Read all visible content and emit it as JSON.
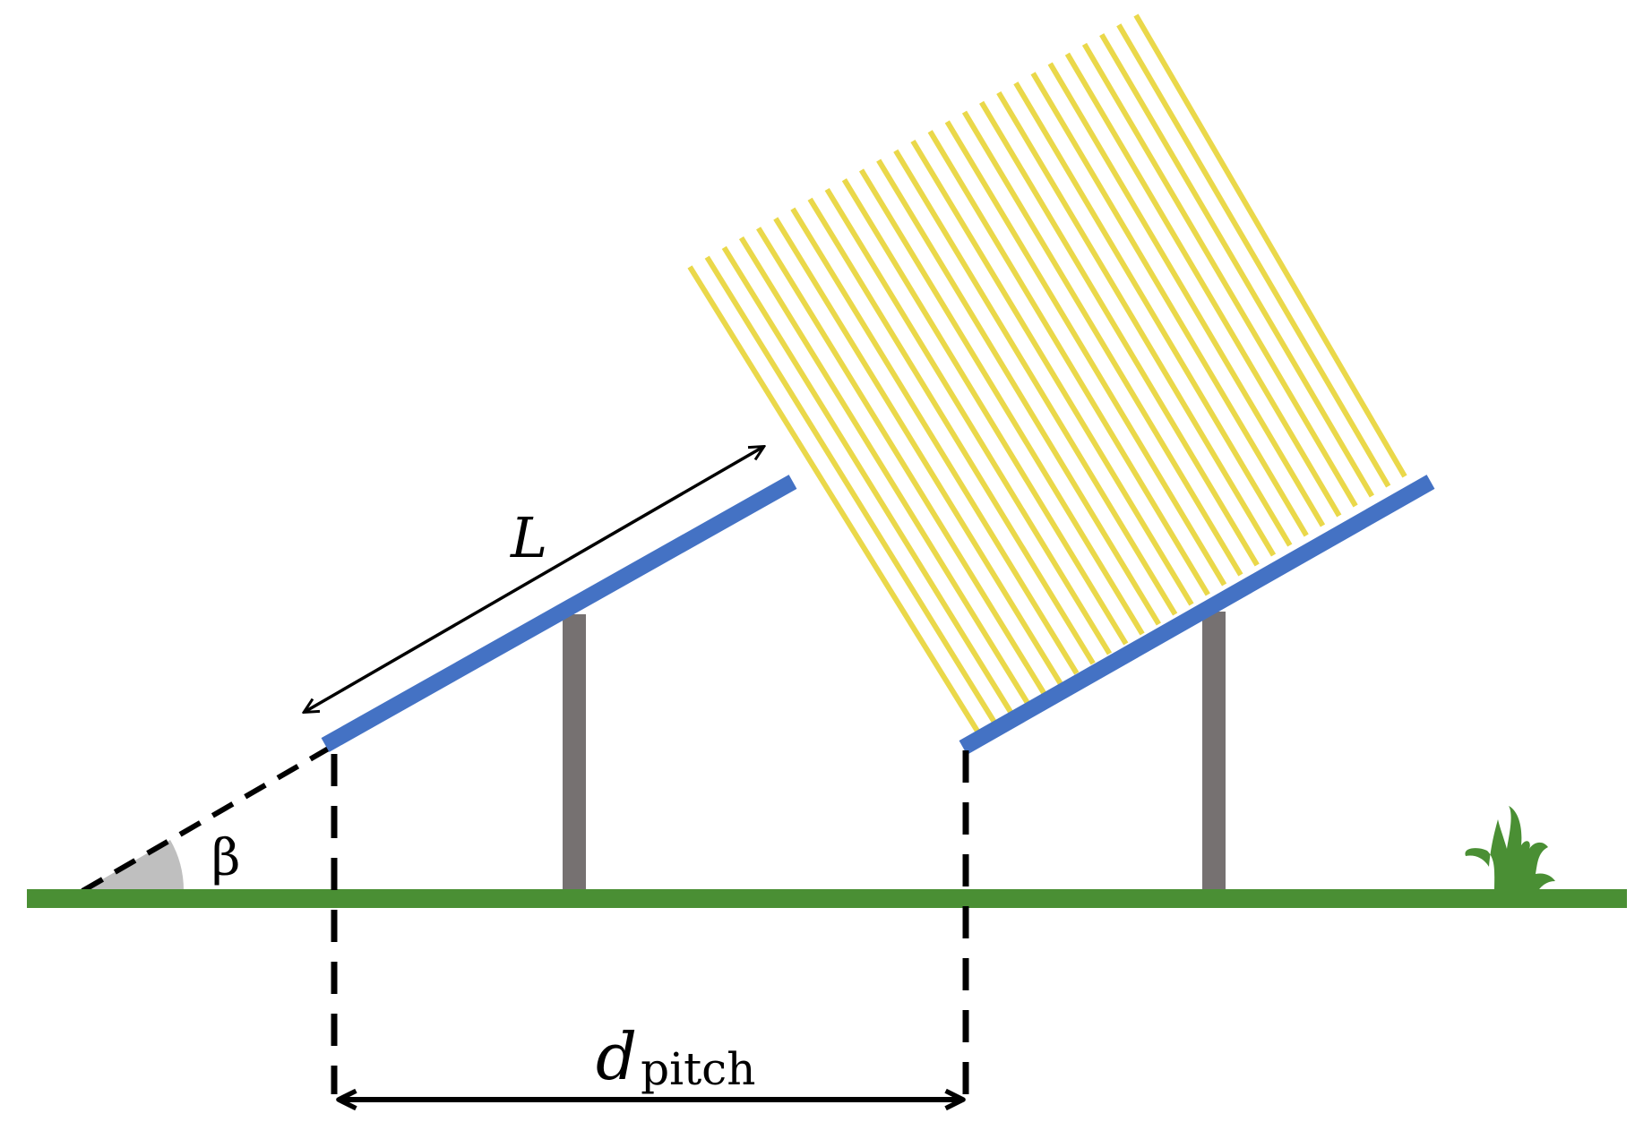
{
  "labels": {
    "length": "L",
    "tilt_angle": "β",
    "pitch_main": "d",
    "pitch_sub": "pitch"
  },
  "colors": {
    "panel": "#4472C4",
    "ground": "#4A8F34",
    "post": "#767171",
    "sun_rays": "#EAD84A",
    "angle_fill": "#BFBFBF",
    "dimension_line": "#000000",
    "grass": "#4A8F34"
  },
  "icons": {
    "grass": "grass-tuft-icon"
  }
}
